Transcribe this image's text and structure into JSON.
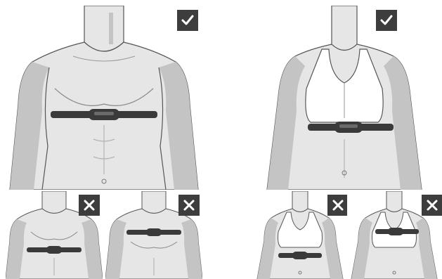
{
  "figure": {
    "panels": [
      {
        "id": "male-correct",
        "body": "male",
        "strap_position": "under-chest",
        "verdict": "correct",
        "badge_icon": "checkmark-icon"
      },
      {
        "id": "female-correct",
        "body": "female",
        "strap_position": "under-bust",
        "verdict": "correct",
        "badge_icon": "checkmark-icon"
      },
      {
        "id": "male-too-low",
        "body": "male",
        "strap_position": "too-low",
        "verdict": "incorrect",
        "badge_icon": "cross-icon"
      },
      {
        "id": "male-too-high",
        "body": "male",
        "strap_position": "too-high",
        "verdict": "incorrect",
        "badge_icon": "cross-icon"
      },
      {
        "id": "female-too-low",
        "body": "female",
        "strap_position": "too-low",
        "verdict": "incorrect",
        "badge_icon": "cross-icon"
      },
      {
        "id": "female-too-high",
        "body": "female",
        "strap_position": "too-high",
        "verdict": "incorrect",
        "badge_icon": "cross-icon"
      }
    ],
    "colors": {
      "skin_light": "#e6e6e6",
      "skin_shade": "#c4c4c4",
      "outline": "#555555",
      "bra": "#ffffff",
      "strap": "#3a3a3a",
      "strap_highlight": "#6a6a6a",
      "badge_bg": "#3d3d3d",
      "badge_symbol": "#ffffff"
    }
  }
}
